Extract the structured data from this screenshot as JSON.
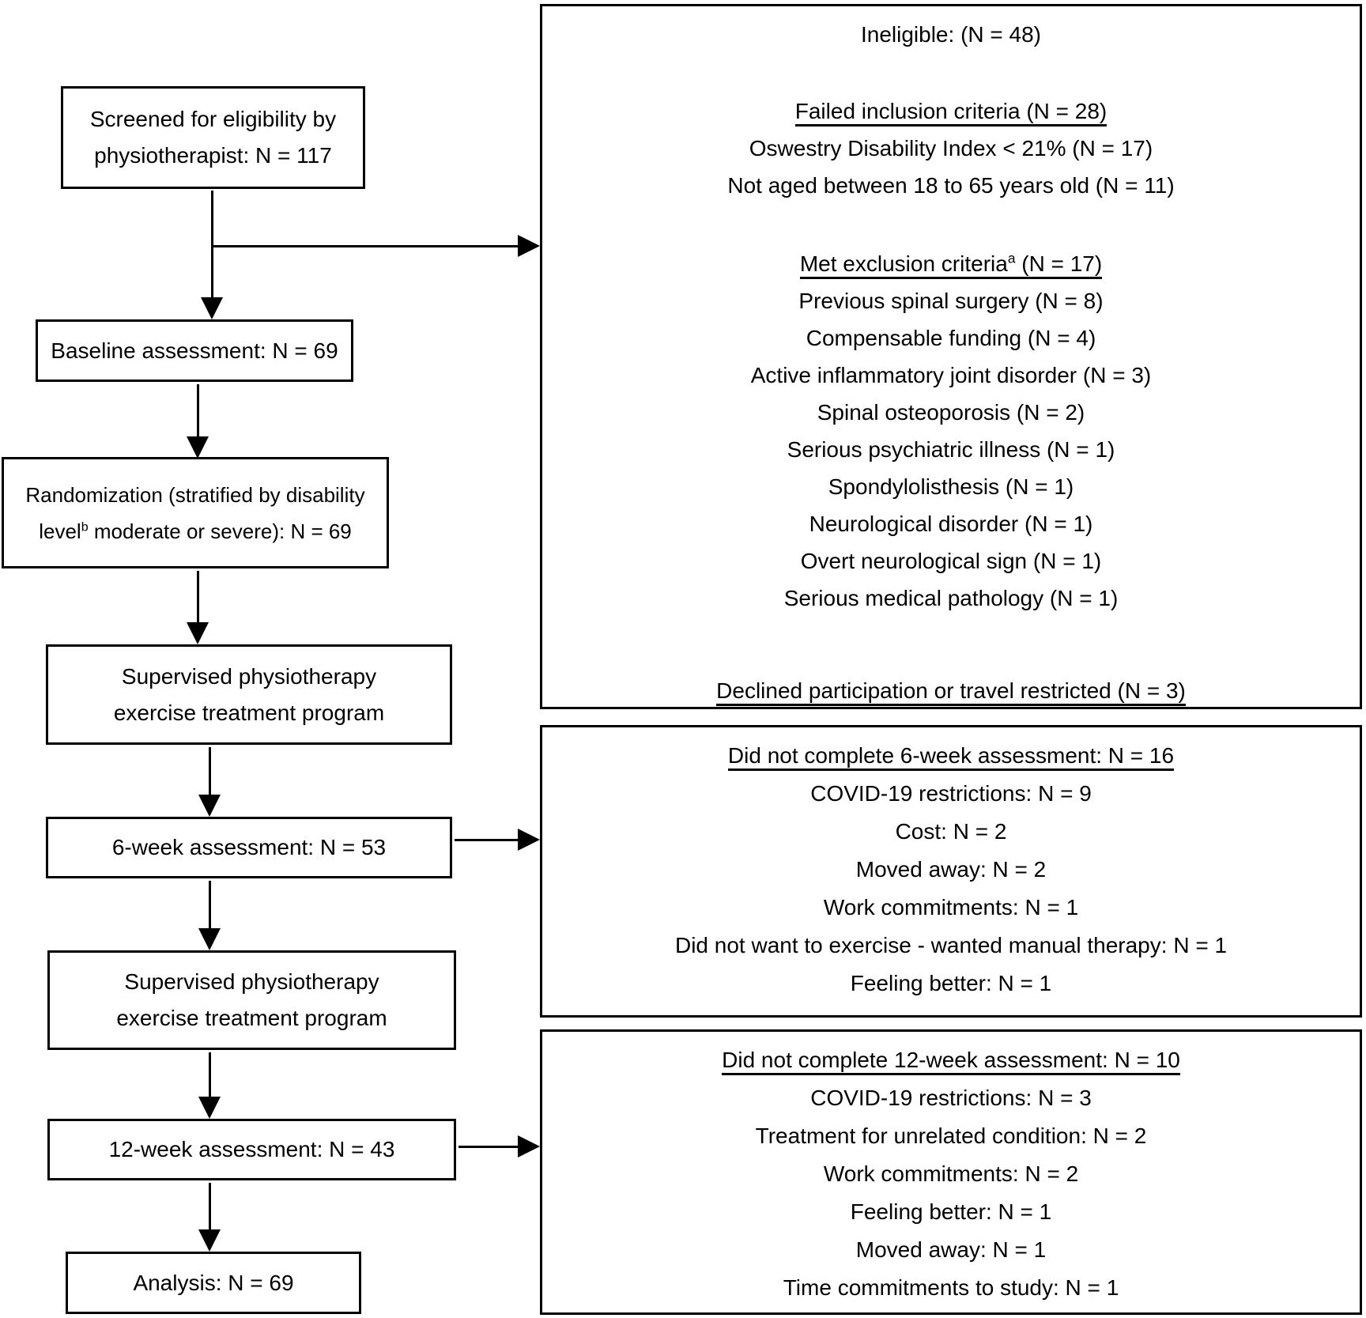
{
  "colors": {
    "background": "#ffffff",
    "box_border": "#000000",
    "text": "#000000"
  },
  "left_column": {
    "screened": {
      "line1": "Screened for eligibility by",
      "line2": "physiotherapist: N = 117"
    },
    "baseline": {
      "text": "Baseline assessment: N = 69"
    },
    "randomization": {
      "line1": "Randomization (stratified by disability",
      "line2_pre": "level",
      "line2_sup": "b",
      "line2_post": " moderate or severe): N = 69"
    },
    "supervised1": {
      "line1": "Supervised physiotherapy",
      "line2": "exercise treatment program"
    },
    "week6": {
      "text": "6-week assessment: N = 53"
    },
    "supervised2": {
      "line1": "Supervised physiotherapy",
      "line2": "exercise treatment program"
    },
    "week12": {
      "text": "12-week assessment: N = 43"
    },
    "analysis": {
      "text": "Analysis: N = 69"
    }
  },
  "right_column": {
    "ineligible": {
      "title": "Ineligible: (N = 48)",
      "failed_inclusion": {
        "heading": "Failed inclusion criteria (N = 28)",
        "items": [
          "Oswestry Disability Index < 21% (N = 17)",
          "Not aged between 18 to 65 years old (N = 11)"
        ]
      },
      "met_exclusion": {
        "heading_pre": "Met exclusion criteria",
        "heading_sup": "a",
        "heading_post": " (N = 17)",
        "items": [
          "Previous spinal surgery (N = 8)",
          "Compensable funding (N = 4)",
          "Active inflammatory joint disorder (N = 3)",
          "Spinal osteoporosis (N = 2)",
          "Serious psychiatric illness (N = 1)",
          "Spondylolisthesis (N = 1)",
          "Neurological disorder (N = 1)",
          "Overt neurological sign (N = 1)",
          "Serious medical pathology (N = 1)"
        ]
      },
      "declined": "Declined participation or travel restricted (N = 3)"
    },
    "dropout6": {
      "heading": "Did not complete 6-week assessment: N = 16",
      "items": [
        "COVID-19 restrictions: N = 9",
        "Cost: N = 2",
        "Moved away: N = 2",
        "Work commitments: N = 1",
        "Did not want to exercise - wanted manual therapy: N = 1",
        "Feeling better: N = 1"
      ]
    },
    "dropout12": {
      "heading": "Did not complete 12-week assessment: N = 10",
      "items": [
        "COVID-19 restrictions: N = 3",
        "Treatment for unrelated condition: N = 2",
        "Work commitments: N = 2",
        "Feeling better: N = 1",
        "Moved away: N = 1",
        "Time commitments to study: N = 1"
      ]
    }
  }
}
